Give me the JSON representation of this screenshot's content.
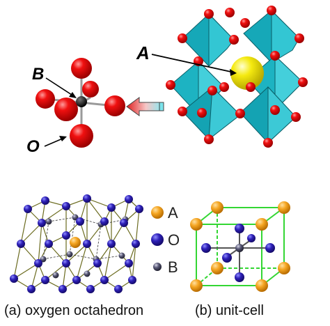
{
  "top": {
    "label_A": "A",
    "label_B": "B",
    "label_O": "O"
  },
  "legend": {
    "items": [
      {
        "symbol": "A",
        "color": "#f5a623"
      },
      {
        "symbol": "O",
        "color": "#2a1fa8"
      },
      {
        "symbol": "B",
        "color": "#4d4d6b"
      }
    ]
  },
  "captions": {
    "left": "(a) oxygen octahedron",
    "right": "(b) unit-cell"
  },
  "colors": {
    "octahedron_fill": "#1fb5c4",
    "oxygen_red": "#e30000",
    "a_site_yellow": "#f2e600",
    "unit_cell_edge": "#33d633",
    "bond_olive": "#6b6b1f"
  }
}
